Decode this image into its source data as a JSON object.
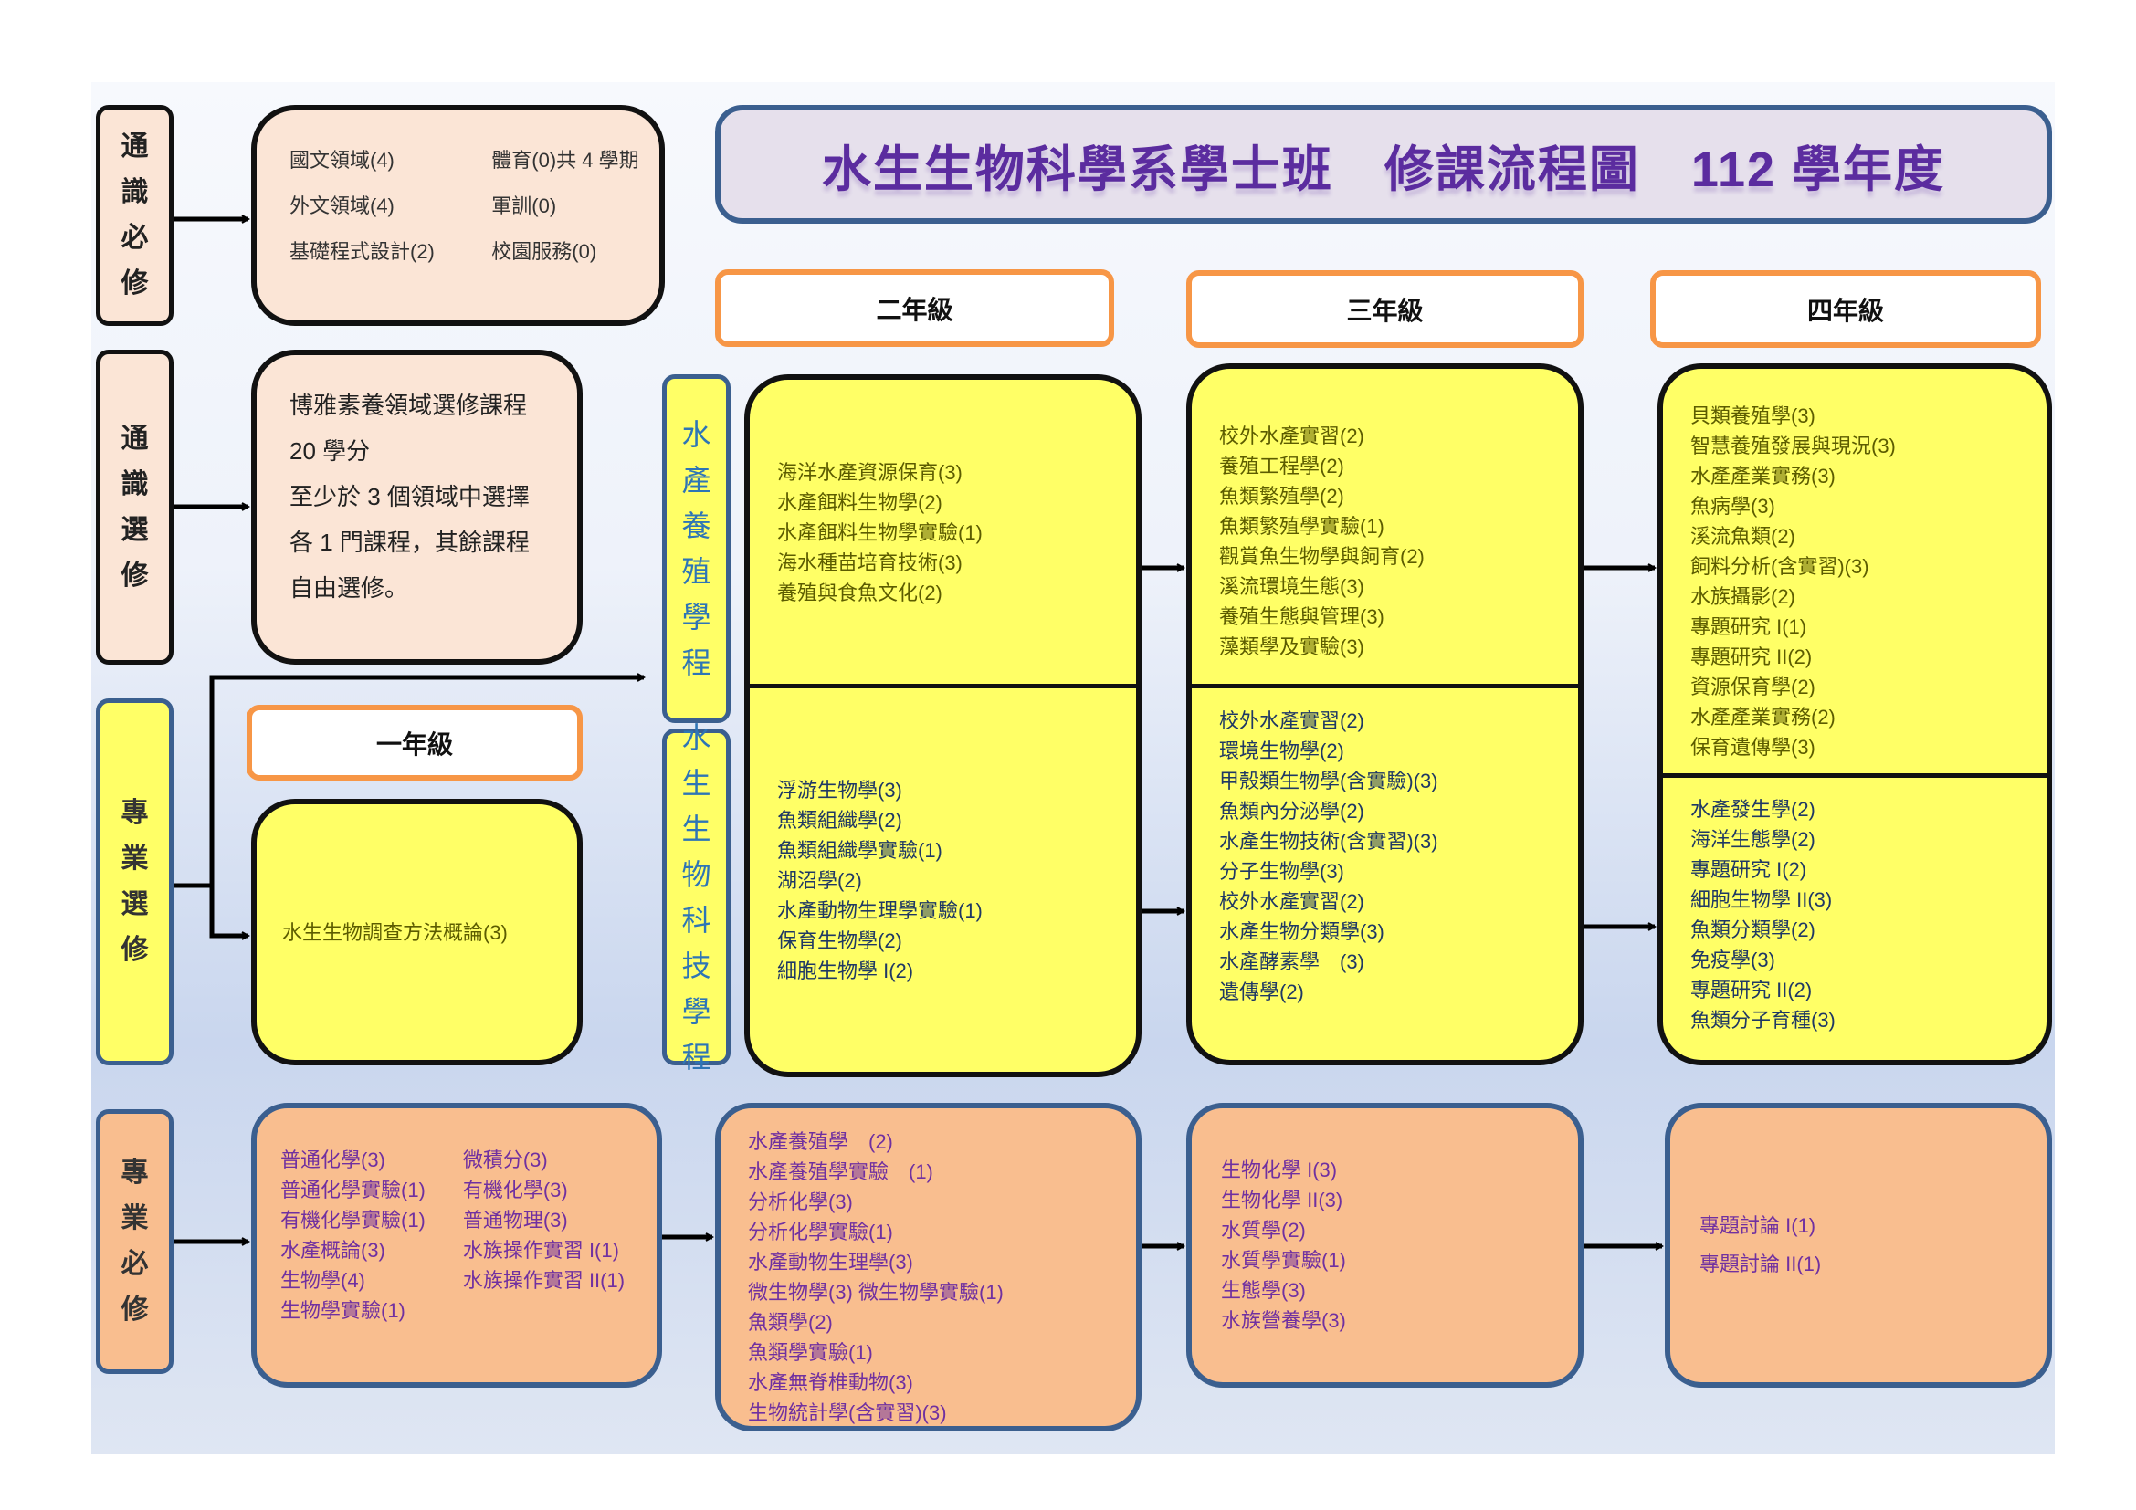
{
  "title": {
    "main": "水生生物科學系學士班　修課流程圖　112 學年度"
  },
  "side_labels": {
    "ge_required": [
      "通",
      "識",
      "必",
      "修"
    ],
    "ge_elective": [
      "通",
      "識",
      "選",
      "修"
    ],
    "major_elective": [
      "專",
      "業",
      "選",
      "修"
    ],
    "major_required": [
      "專",
      "業",
      "必",
      "修"
    ]
  },
  "tracks": {
    "aquaculture": [
      "水",
      "產",
      "養",
      "殖",
      "學",
      "程"
    ],
    "biotech": [
      "水",
      "生",
      "生",
      "物",
      "科",
      "技",
      "學",
      "程"
    ]
  },
  "years": {
    "y1": "一年級",
    "y2": "二年級",
    "y3": "三年級",
    "y4": "四年級"
  },
  "ge_required_courses": [
    "國文領域(4)",
    "體育(0)共 4 學期",
    "外文領域(4)",
    "軍訓(0)",
    "基礎程式設計(2)",
    "校園服務(0)"
  ],
  "ge_elective_text": [
    "博雅素養領域選修課程",
    "20 學分",
    "至少於 3 個領域中選擇",
    "各 1 門課程，其餘課程",
    "自由選修。"
  ],
  "elective": {
    "y1": [
      "水生生物調查方法概論(3)"
    ],
    "y2_aquaculture": [
      "海洋水產資源保育(3)",
      "水產餌料生物學(2)",
      "水產餌料生物學實驗(1)",
      "海水種苗培育技術(3)",
      "養殖與食魚文化(2)"
    ],
    "y2_biotech": [
      "浮游生物學(3)",
      "魚類組織學(2)",
      "魚類組織學實驗(1)",
      "湖沼學(2)",
      "水產動物生理學實驗(1)",
      "保育生物學(2)",
      "細胞生物學 I(2)"
    ],
    "y3_aquaculture": [
      "校外水產實習(2)",
      "養殖工程學(2)",
      "魚類繁殖學(2)",
      "魚類繁殖學實驗(1)",
      "觀賞魚生物學與飼育(2)",
      "溪流環境生態(3)",
      "養殖生態與管理(3)",
      "藻類學及實驗(3)"
    ],
    "y3_biotech": [
      "校外水產實習(2)",
      "環境生物學(2)",
      "甲殼類生物學(含實驗)(3)",
      "魚類內分泌學(2)",
      "水產生物技術(含實習)(3)",
      "分子生物學(3)",
      "校外水產實習(2)",
      "水產生物分類學(3)",
      "水產酵素學　(3)",
      "遺傳學(2)"
    ],
    "y4_aquaculture": [
      "貝類養殖學(3)",
      "智慧養殖發展與現況(3)",
      "水產產業實務(3)",
      "魚病學(3)",
      "溪流魚類(2)",
      "飼料分析(含實習)(3)",
      "水族攝影(2)",
      "專題研究 I(1)",
      "專題研究 II(2)",
      "資源保育學(2)",
      "水產產業實務(2)",
      "保育遺傳學(3)"
    ],
    "y4_biotech": [
      "水產發生學(2)",
      "海洋生態學(2)",
      "專題研究 I(2)",
      "細胞生物學 II(3)",
      "魚類分類學(2)",
      "免疫學(3)",
      "專題研究 II(2)",
      "魚類分子育種(3)"
    ]
  },
  "required": {
    "y1": [
      "普通化學(3)",
      "微積分(3)",
      "普通化學實驗(1)",
      "有機化學(3)",
      "有機化學實驗(1)",
      "普通物理(3)",
      "水產概論(3)",
      "水族操作實習 I(1)",
      "生物學(4)",
      "水族操作實習 II(1)",
      "生物學實驗(1)"
    ],
    "y2": [
      "水產養殖學　(2)",
      "水產養殖學實驗　(1)",
      "分析化學(3)",
      "分析化學實驗(1)",
      "水產動物生理學(3)",
      "微生物學(3)  微生物學實驗(1)",
      "魚類學(2)",
      "魚類學實驗(1)",
      "水產無脊椎動物(3)",
      "生物統計學(含實習)(3)"
    ],
    "y3": [
      "生物化學 I(3)",
      "生物化學 II(3)",
      "水質學(2)",
      "水質學實驗(1)",
      "生態學(3)",
      "水族營養學(3)"
    ],
    "y4": [
      "專題討論 I(1)",
      "專題討論 II(1)"
    ]
  },
  "colors": {
    "title": "#5b2c9f",
    "year_border": "#f79646",
    "yellow": "#ffff66",
    "orange": "#f9be8f",
    "peach": "#fbe5d6",
    "blue_border": "#3b5f8f"
  }
}
